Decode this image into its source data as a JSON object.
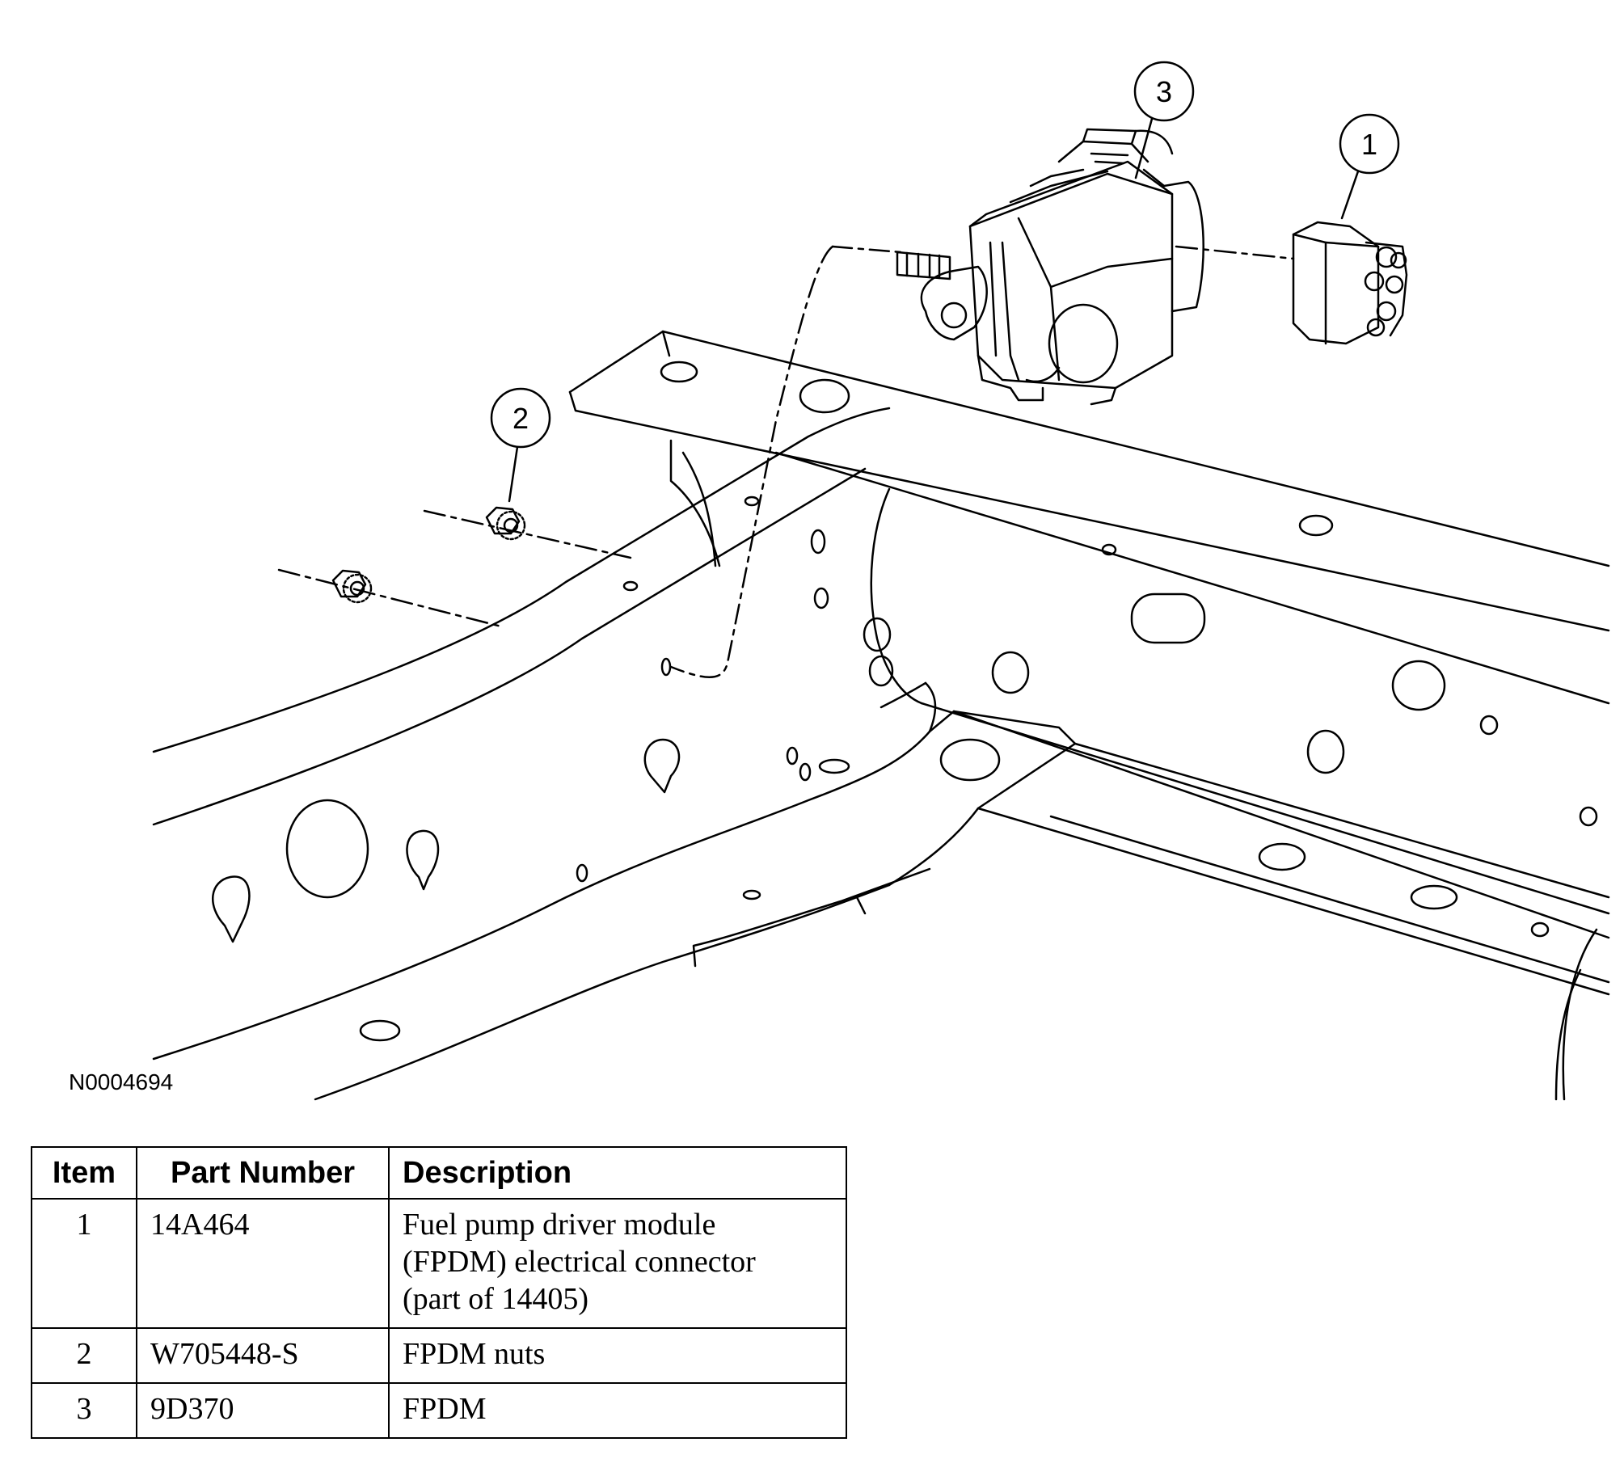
{
  "figure": {
    "id": "N0004694",
    "callouts": [
      "1",
      "2",
      "3"
    ]
  },
  "parts_table": {
    "headers": [
      "Item",
      "Part Number",
      "Description"
    ],
    "rows": [
      {
        "item": "1",
        "part_number": "14A464",
        "description_lines": [
          "Fuel pump driver module",
          "(FPDM) electrical connector",
          "(part of 14405)"
        ]
      },
      {
        "item": "2",
        "part_number": "W705448-S",
        "description_lines": [
          "FPDM nuts"
        ]
      },
      {
        "item": "3",
        "part_number": "9D370",
        "description_lines": [
          "FPDM"
        ]
      }
    ]
  }
}
